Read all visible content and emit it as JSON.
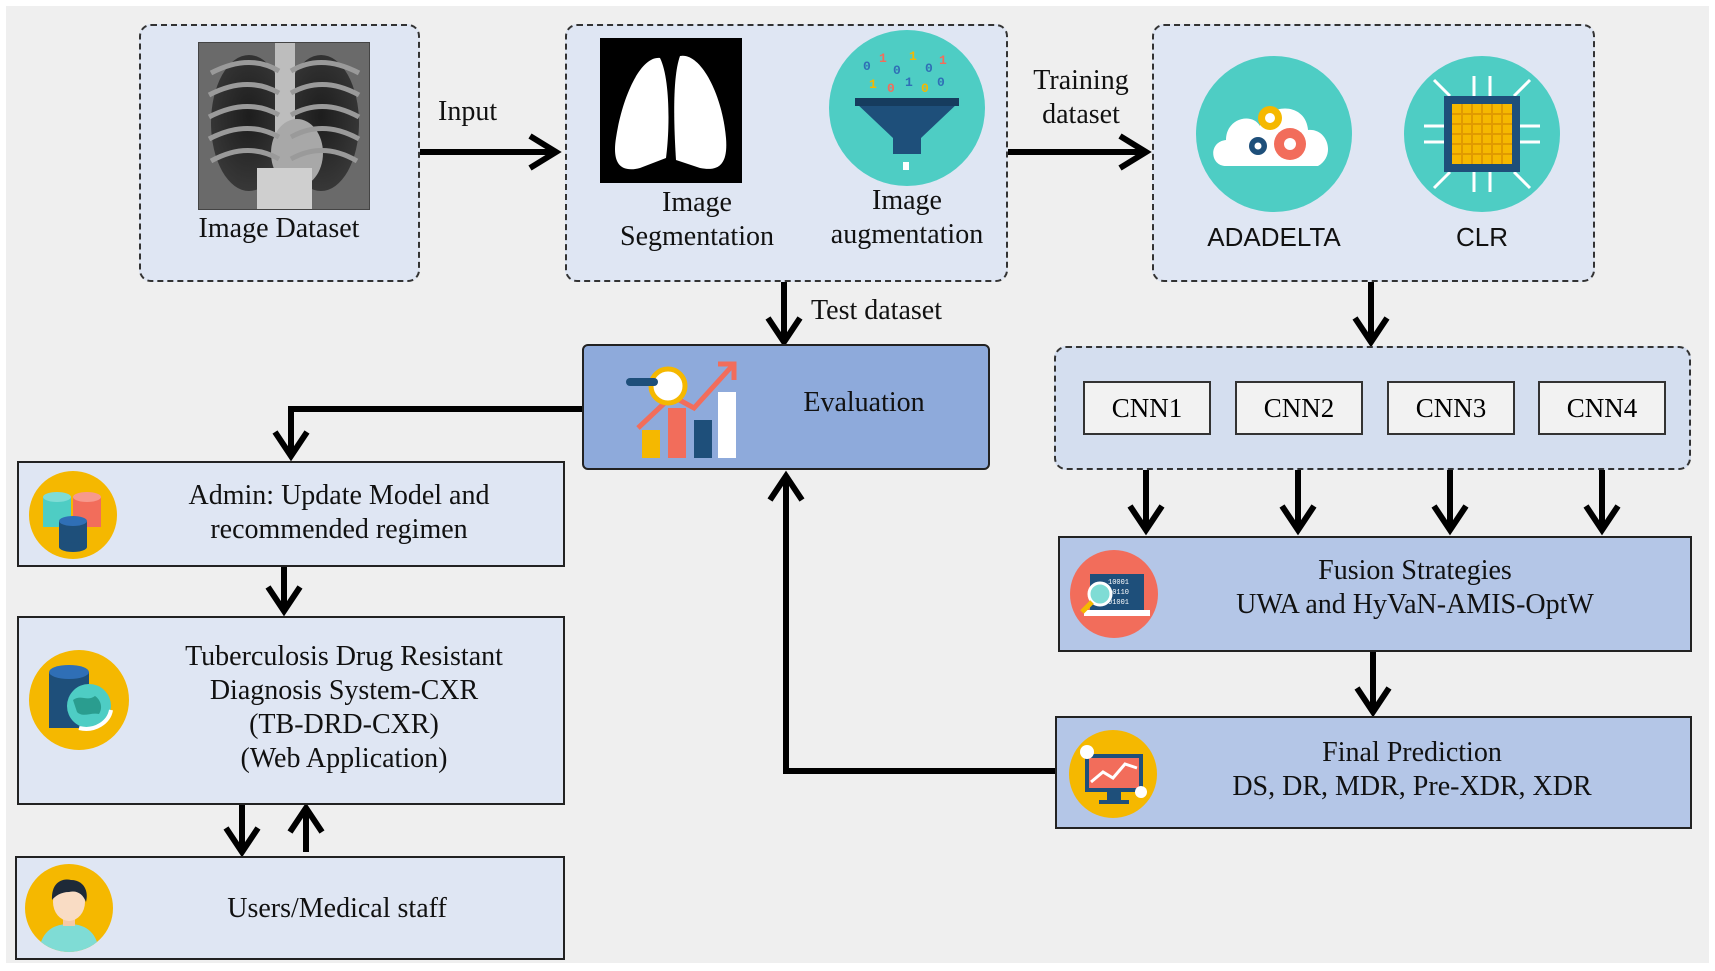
{
  "nodes": {
    "image_dataset": "Image Dataset",
    "image_segmentation": [
      "Image",
      "Segmentation"
    ],
    "image_augmentation": [
      "Image",
      "augmentation"
    ],
    "adadelta": "ADADELTA",
    "clr": "CLR",
    "evaluation": "Evaluation",
    "cnn": [
      "CNN1",
      "CNN2",
      "CNN3",
      "CNN4"
    ],
    "fusion": [
      "Fusion Strategies",
      "UWA and HyVaN-AMIS-OptW"
    ],
    "final_prediction": [
      "Final Prediction",
      "DS, DR, MDR, Pre-XDR, XDR"
    ],
    "admin": [
      "Admin: Update Model and",
      "recommended regimen"
    ],
    "tb_system": [
      "Tuberculosis Drug Resistant",
      "Diagnosis System-CXR",
      "(TB-DRD-CXR)",
      "(Web Application)"
    ],
    "users": "Users/Medical staff"
  },
  "edge_labels": {
    "input": "Input",
    "training_dataset": [
      "Training",
      "dataset"
    ],
    "test_dataset": "Test dataset"
  },
  "icons": [
    "xray-image",
    "lung-segmentation-mask",
    "funnel-icon",
    "cloud-gears-icon",
    "chip-icon",
    "analytics-chart-icon",
    "database-icon",
    "globe-database-icon",
    "user-avatar-icon",
    "code-monitor-icon",
    "chart-monitor-icon"
  ],
  "colors": {
    "panel": "#dfe6f3",
    "evaluation": "#8eaadb",
    "fusion": "#b4c6e7",
    "teal": "#4ecdc4",
    "amber": "#f5b800",
    "coral": "#f26d5b"
  }
}
